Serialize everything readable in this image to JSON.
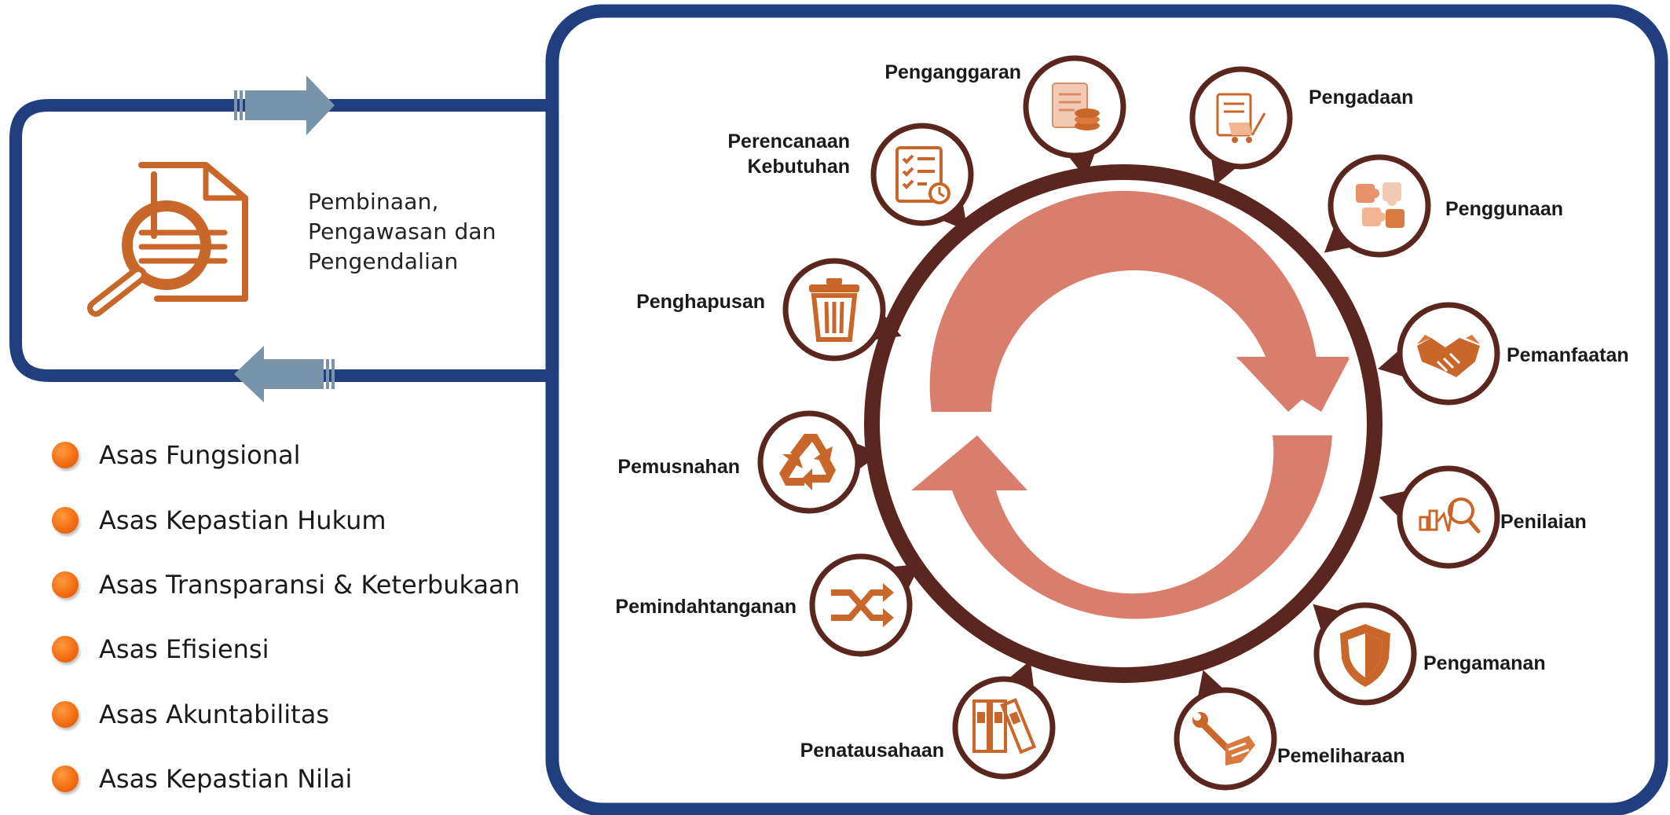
{
  "left_panel": {
    "text_lines": [
      "Pembinaan,",
      "Pengawasan dan",
      "Pengendalian"
    ],
    "icon": "document-magnifier-icon"
  },
  "principles": [
    "Asas Fungsional",
    "Asas Kepastian Hukum",
    "Asas Transparansi & Keterbukaan",
    "Asas Efisiensi",
    "Asas Akuntabilitas",
    "Asas Kepastian Nilai"
  ],
  "stages": [
    {
      "label_lines": [
        "Penganggaran"
      ],
      "icon": "budget-coins-icon"
    },
    {
      "label_lines": [
        "Pengadaan"
      ],
      "icon": "procurement-cart-icon"
    },
    {
      "label_lines": [
        "Penggunaan"
      ],
      "icon": "puzzle-icon"
    },
    {
      "label_lines": [
        "Pemanfaatan"
      ],
      "icon": "handshake-icon"
    },
    {
      "label_lines": [
        "Penilaian"
      ],
      "icon": "assessment-chart-icon"
    },
    {
      "label_lines": [
        "Pengamanan"
      ],
      "icon": "shield-icon"
    },
    {
      "label_lines": [
        "Pemeliharaan"
      ],
      "icon": "wrench-hand-icon"
    },
    {
      "label_lines": [
        "Penatausahaan"
      ],
      "icon": "binders-icon"
    },
    {
      "label_lines": [
        "Pemindahtanganan"
      ],
      "icon": "shuffle-icon"
    },
    {
      "label_lines": [
        "Pemusnahan"
      ],
      "icon": "recycle-icon"
    },
    {
      "label_lines": [
        "Penghapusan"
      ],
      "icon": "trash-icon"
    },
    {
      "label_lines": [
        "Perencanaan",
        "Kebutuhan"
      ],
      "icon": "checklist-icon"
    }
  ],
  "colors": {
    "frame_blue": "#213f7e",
    "arrow_steel": "#7794ab",
    "ring_brown": "#5c2620",
    "cycle_salmon": "#d97e6c",
    "icon_orange": "#c9662a",
    "bullet_orange": "#f26a10"
  }
}
